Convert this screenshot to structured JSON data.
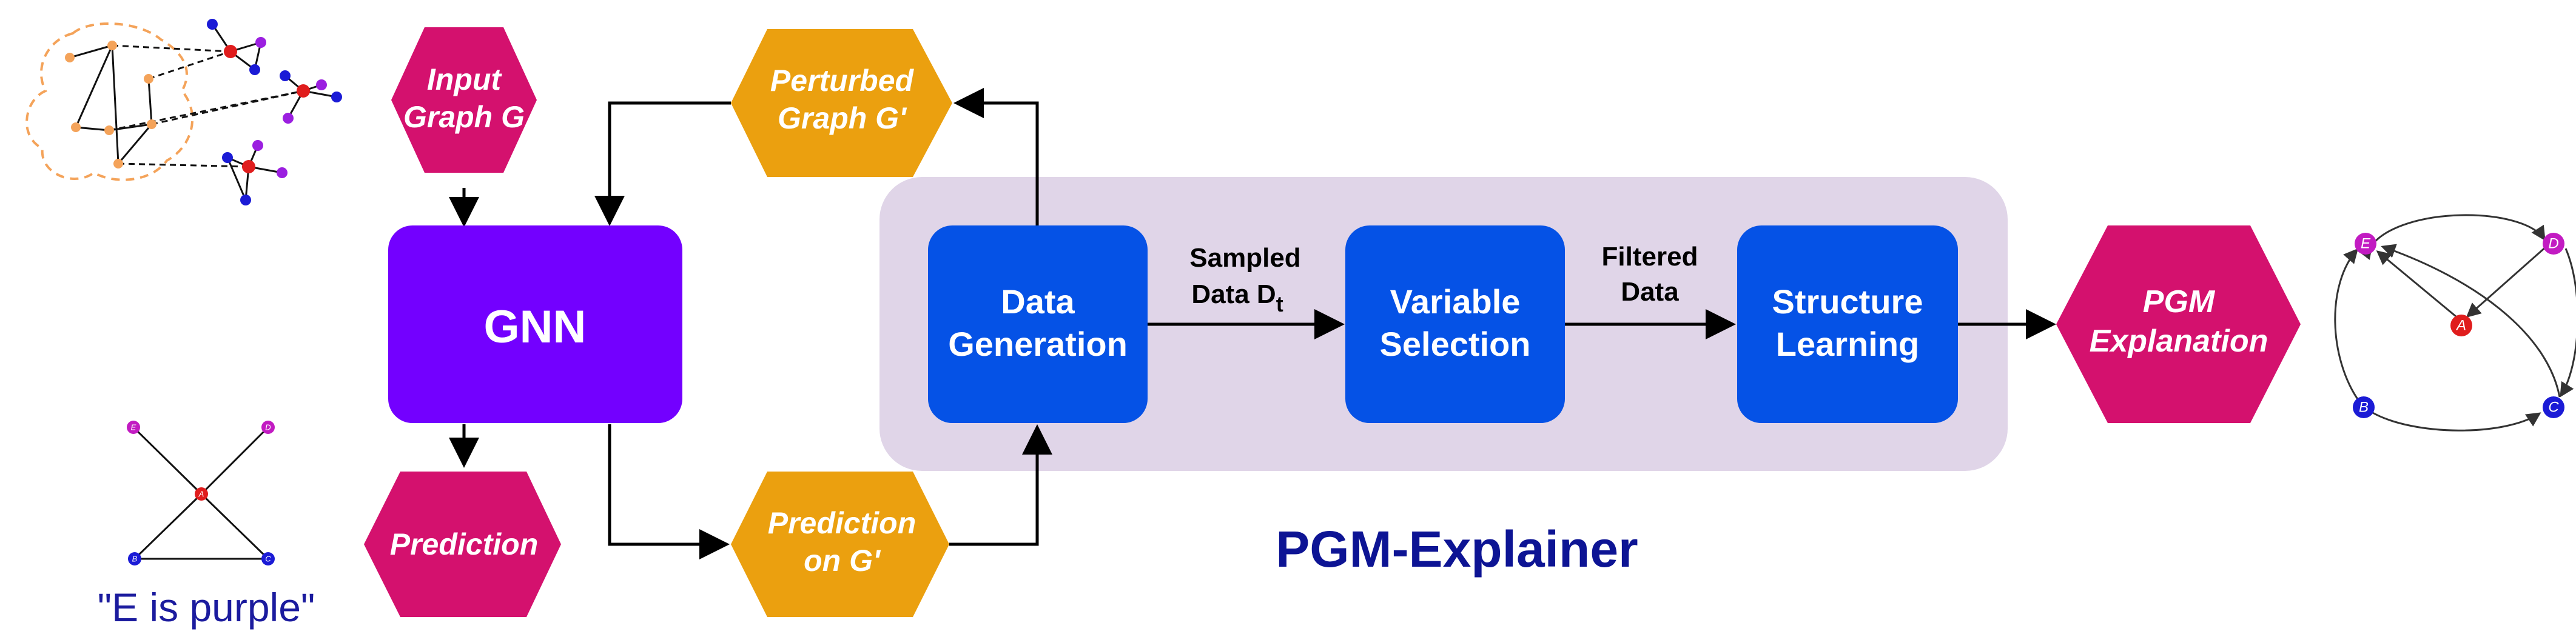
{
  "diagram": {
    "nodes": {
      "input_graph": {
        "line1": "Input",
        "line2": "Graph G"
      },
      "perturbed_graph": {
        "line1": "Perturbed",
        "line2": "Graph G'"
      },
      "gnn": {
        "label": "GNN"
      },
      "prediction": {
        "label": "Prediction"
      },
      "prediction_on_g": {
        "line1": "Prediction",
        "line2": "on G'"
      },
      "data_generation": {
        "line1": "Data",
        "line2": "Generation"
      },
      "variable_selection": {
        "line1": "Variable",
        "line2": "Selection"
      },
      "structure_learning": {
        "line1": "Structure",
        "line2": "Learning"
      },
      "pgm_explanation": {
        "line1": "PGM",
        "line2": "Explanation"
      }
    },
    "edge_labels": {
      "sampled_data": {
        "line1": "Sampled",
        "line2": "Data D",
        "subscript": "t"
      },
      "filtered_data": {
        "line1": "Filtered",
        "line2": "Data"
      }
    },
    "group_title": "PGM-Explainer",
    "caption": "\"E is purple\"",
    "small_graph": {
      "labels": [
        "E",
        "D",
        "A",
        "B",
        "C"
      ]
    },
    "explanation_graph": {
      "labels": [
        "E",
        "D",
        "A",
        "B",
        "C"
      ]
    }
  },
  "colors": {
    "hexagon_pink": "#d4116e",
    "hexagon_orange": "#eba00f",
    "gnn_purple": "#7300ff",
    "box_blue": "#0552e6",
    "group_bg": "#e0d5e8",
    "node_red": "#e01d1d",
    "node_blue": "#1b1bd6",
    "node_magenta": "#c21bc2",
    "node_violet": "#9b1fe0",
    "node_orange": "#f4a35a"
  }
}
